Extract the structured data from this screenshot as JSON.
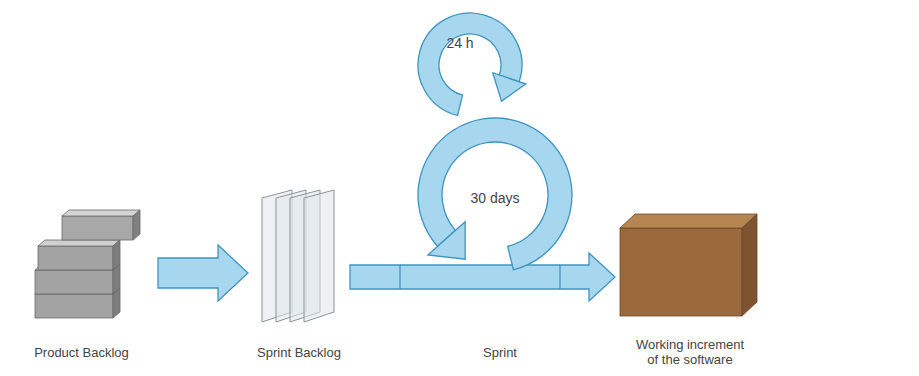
{
  "diagram": {
    "nodes": [
      {
        "text": [
          "Product Backlog"
        ]
      },
      {
        "text": [
          "Sprint Backlog"
        ]
      },
      {
        "text": [
          "24 h"
        ]
      },
      {
        "text": [
          "30 days",
          "Sprint"
        ]
      },
      {
        "text": [
          "Working increment of the software"
        ]
      }
    ],
    "edges": [
      {
        "from": 0,
        "to": 1,
        "arrow": "to"
      },
      {
        "from": 1,
        "to": 3,
        "arrow": "none"
      },
      {
        "from": 3,
        "to": 4,
        "arrow": "to"
      }
    ]
  }
}
